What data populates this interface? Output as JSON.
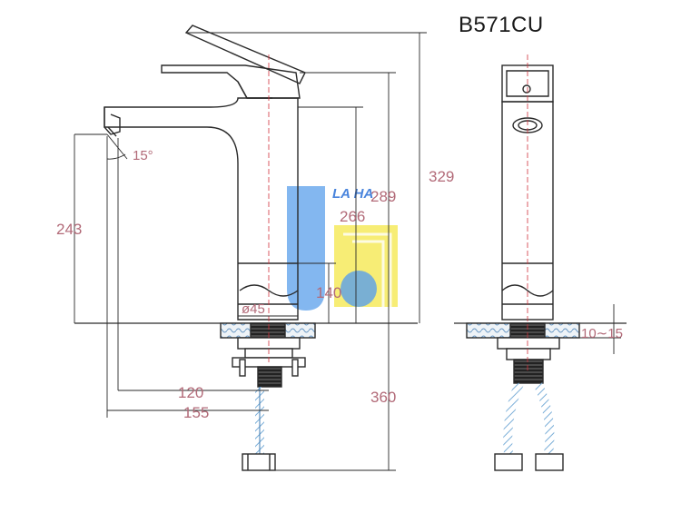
{
  "title": "B571CU",
  "watermark": {
    "text": "LA HA",
    "color_blue": "#3d8fe8",
    "color_yellow": "#f2e21a"
  },
  "colors": {
    "line": "#2a2a2a",
    "dimension_text": "#b26a78",
    "center_line": "#d2323c",
    "hose": "#5a9fd0"
  },
  "dimensions": {
    "total_height": "329",
    "lever_height": "289",
    "spout_height": "266",
    "outlet_height": "243",
    "base_height": "140",
    "base_diameter": "ø45",
    "spout_reach_inner": "120",
    "spout_reach_outer": "155",
    "hose_length": "360",
    "tilt_angle": "15°",
    "counter_thickness": "10∼15"
  }
}
